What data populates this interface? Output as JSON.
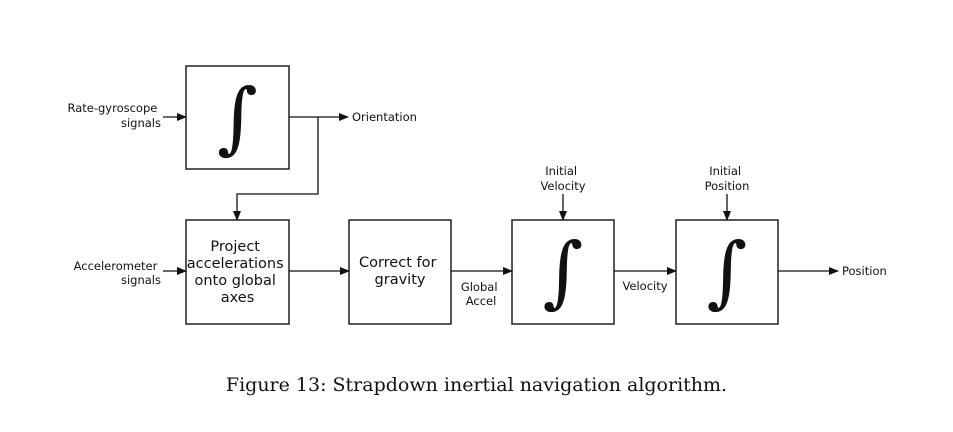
{
  "diagram": {
    "inputs": {
      "gyro": [
        "Rate-gyroscope",
        "signals"
      ],
      "accel": [
        "Accelerometer",
        "signals"
      ]
    },
    "blocks": {
      "integrator_symbol": "∫",
      "project": [
        "Project",
        "accelerations",
        "onto global",
        "axes"
      ],
      "gravity": [
        "Correct for",
        "gravity"
      ]
    },
    "labels": {
      "orientation": "Orientation",
      "global_accel": [
        "Global",
        "Accel"
      ],
      "velocity": "Velocity",
      "position": "Position",
      "initial_velocity": [
        "Initial",
        "Velocity"
      ],
      "initial_position": [
        "Initial",
        "Position"
      ]
    }
  },
  "caption": "Figure 13: Strapdown inertial navigation algorithm."
}
